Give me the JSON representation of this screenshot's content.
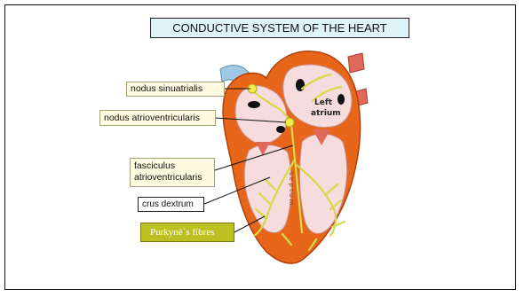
{
  "title": "CONDUCTIVE SYSTEM OF THE HEART",
  "labels": {
    "sinoatrial": "nodus sinuatrialis",
    "atrioventricular": "nodus atrioventricularis",
    "fasciculus_line1": "fasciculus",
    "fasciculus_line2": "atrioventricularis",
    "crus": "crus dextrum",
    "purkyne": "Purkyně´s fibres"
  },
  "heart_labels": {
    "left_atrium_line1": "Left",
    "left_atrium_line2": "atrium",
    "septum": "s e p t u m"
  },
  "colors": {
    "title_bg": "#dff4f8",
    "label_bg": "#fffbe0",
    "purkyne_bg": "#bcc020",
    "muscle": "#e8661a",
    "muscle_dark": "#c24a10",
    "inner": "#f6dcdc",
    "conduction": "#d8d84a",
    "vessel": "#9ec9e6"
  }
}
